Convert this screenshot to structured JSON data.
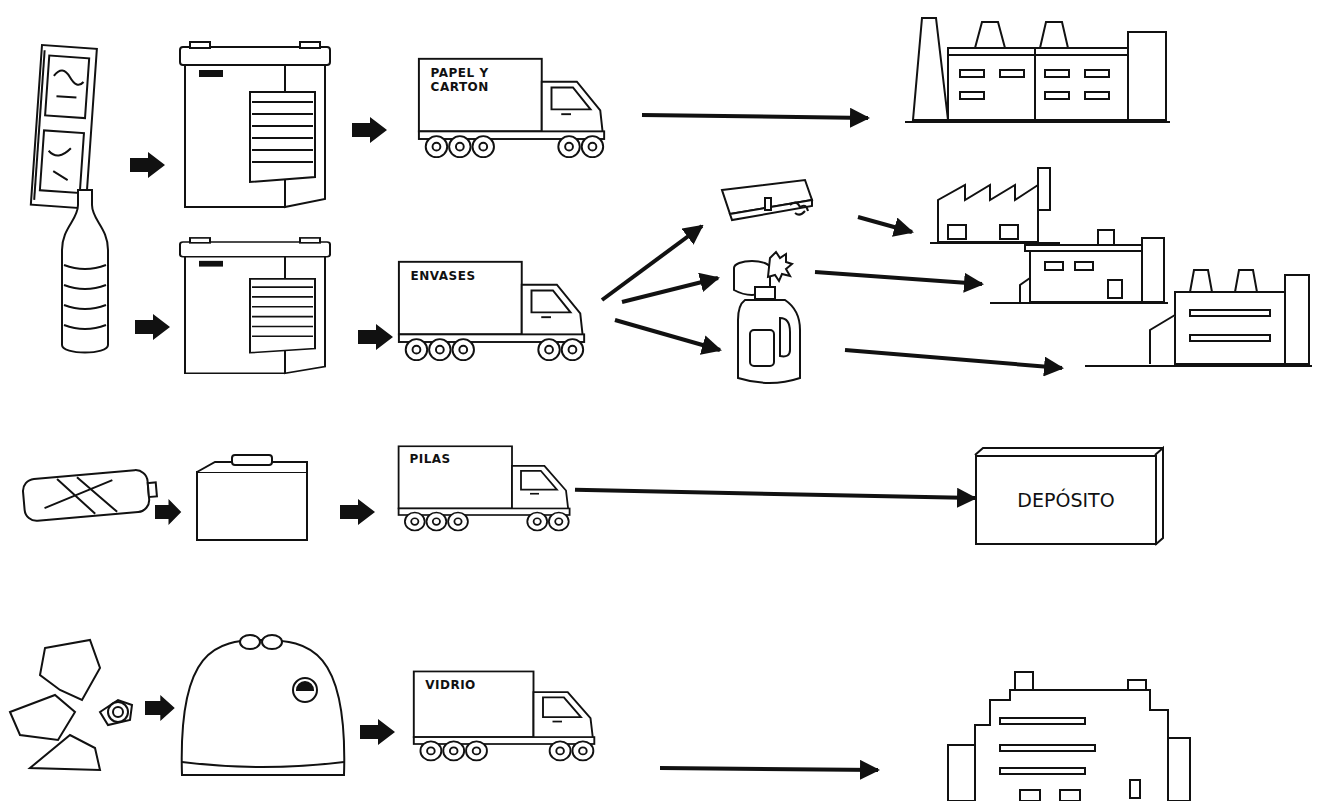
{
  "diagram": {
    "nodes": [
      {
        "text": [
          "PAPEL Y CARTON"
        ]
      },
      {
        "text": [
          "ENVASES"
        ]
      },
      {
        "text": [
          "PILAS"
        ]
      },
      {
        "text": [
          "DEPÓSITO"
        ]
      },
      {
        "text": [
          "VIDRIO"
        ]
      }
    ],
    "edges": [
      {
        "from": 2,
        "to": 3,
        "arrow": "to"
      }
    ]
  }
}
